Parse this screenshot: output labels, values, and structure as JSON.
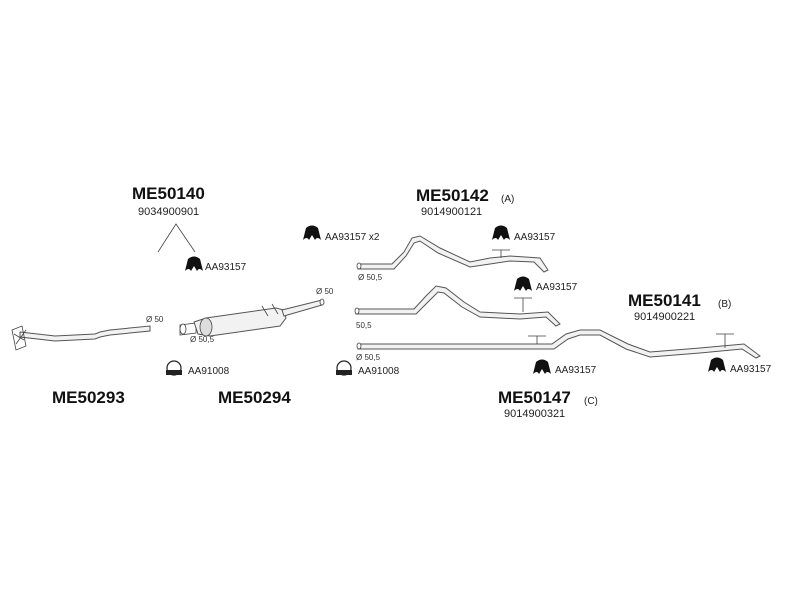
{
  "groups": {
    "me50140": {
      "part": "ME50140",
      "ref": "9034900901"
    },
    "me50142": {
      "part": "ME50142",
      "suffix": "(A)",
      "ref": "9014900121"
    },
    "me50141": {
      "part": "ME50141",
      "suffix": "(B)",
      "ref": "9014900221"
    },
    "me50147": {
      "part": "ME50147",
      "suffix": "(C)",
      "ref": "9014900321"
    },
    "me50293": {
      "part": "ME50293"
    },
    "me50294": {
      "part": "ME50294"
    }
  },
  "hardware": {
    "hanger_front": "AA93157",
    "hanger_a_left": "AA93157 x2",
    "hanger_a_right": "AA93157",
    "hanger_mid": "AA93157",
    "hanger_c": "AA93157",
    "hanger_b": "AA93157",
    "clamp_left": "AA91008",
    "clamp_mid": "AA91008"
  },
  "dimensions": {
    "front_pipe": "Ø 50",
    "muffler_in": "Ø 50,5",
    "muffler_out": "Ø 50",
    "pipe_a": "Ø 50,5",
    "pipe_b": "50,5",
    "pipe_c": "Ø 50,5"
  }
}
